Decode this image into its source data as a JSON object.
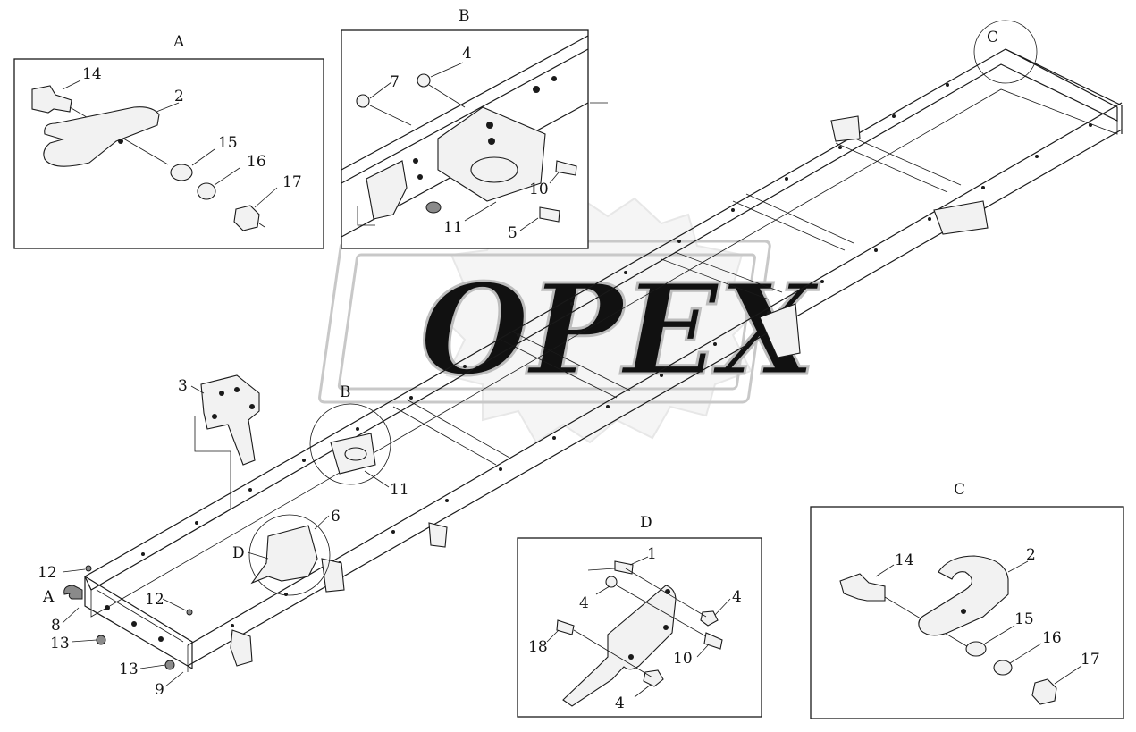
{
  "watermark": "OPEX",
  "views": {
    "A": {
      "title": "A"
    },
    "B": {
      "title": "B"
    },
    "C": {
      "title": "C"
    },
    "D": {
      "title": "D"
    }
  },
  "callouts": {
    "a_14": "14",
    "a_2": "2",
    "a_15": "15",
    "a_16": "16",
    "a_17": "17",
    "b_4": "4",
    "b_7": "7",
    "b_10": "10",
    "b_11": "11",
    "b_5": "5",
    "c_14": "14",
    "c_2": "2",
    "c_15": "15",
    "c_16": "16",
    "c_17": "17",
    "d_1": "1",
    "d_4a": "4",
    "d_4b": "4",
    "d_18": "18",
    "d_10": "10",
    "d_4c": "4",
    "m_3": "3",
    "m_B": "B",
    "m_11": "11",
    "m_6": "6",
    "m_D": "D",
    "m_12a": "12",
    "m_A": "A",
    "m_8": "8",
    "m_13a": "13",
    "m_12b": "12",
    "m_13b": "13",
    "m_9": "9",
    "m_C": "C"
  }
}
